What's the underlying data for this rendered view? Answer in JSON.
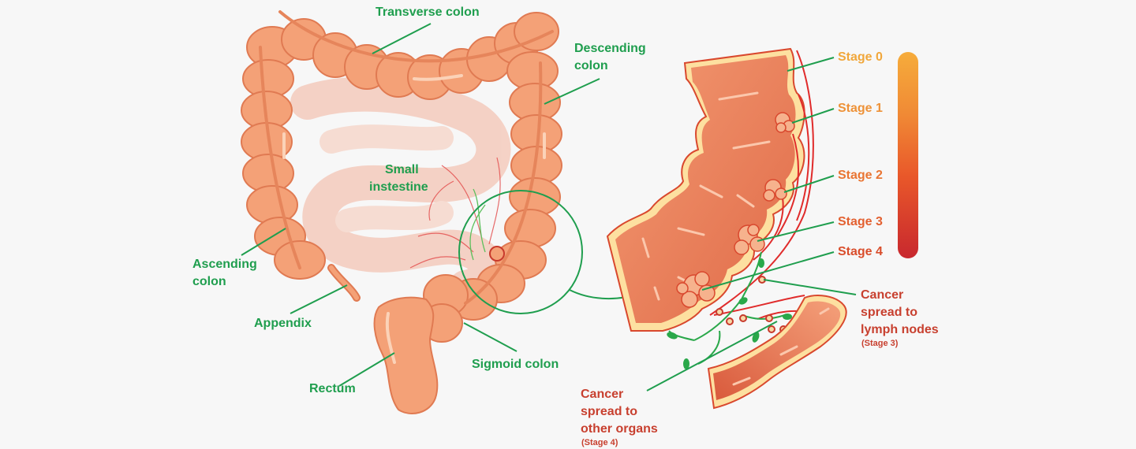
{
  "labels": {
    "transverse_colon": "Transverse colon",
    "descending_colon": [
      "Descending",
      "colon"
    ],
    "small_intestine": [
      "Small",
      "instestine"
    ],
    "ascending_colon": [
      "Ascending",
      "colon"
    ],
    "appendix": "Appendix",
    "rectum": "Rectum",
    "sigmoid_colon": "Sigmoid colon"
  },
  "stages": [
    "Stage 0",
    "Stage 1",
    "Stage 2",
    "Stage 3",
    "Stage 4"
  ],
  "callouts": {
    "lymph": {
      "text": [
        "Cancer",
        "spread to",
        "lymph nodes"
      ],
      "note": "(Stage 3)"
    },
    "organs": {
      "text": [
        "Cancer",
        "spread to",
        "other organs"
      ],
      "note": "(Stage 4)"
    }
  },
  "colors": {
    "label_green": "#1f9e4e",
    "label_red": "#c8402f",
    "colon_fill": "#f4a177",
    "colon_stroke": "#e07a52",
    "wall_cream": "#fde0a0",
    "vessel_red": "#e02b2b",
    "stage_gradient": [
      "#f6ac3b",
      "#e9582a",
      "#c8282e"
    ]
  }
}
